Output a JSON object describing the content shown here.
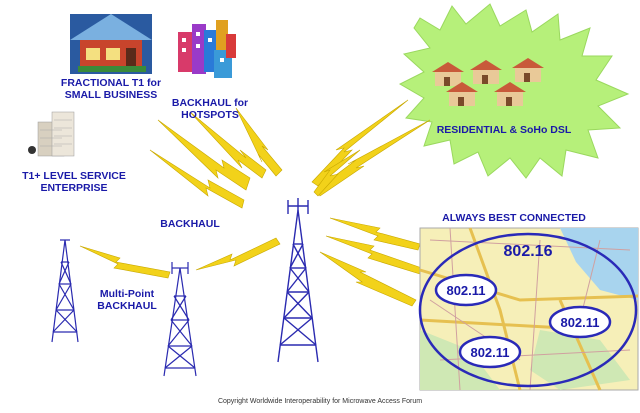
{
  "labels": {
    "fractional_t1_line1": "FRACTIONAL T1 for",
    "fractional_t1_line2": "SMALL BUSINESS",
    "backhaul_hotspots_line1": "BACKHAUL for",
    "backhaul_hotspots_line2": "HOTSPOTS",
    "residential": "RESIDENTIAL & SoHo DSL",
    "t1_enterprise_line1": "T1+ LEVEL SERVICE",
    "t1_enterprise_line2": "ENTERPRISE",
    "backhaul": "BACKHAUL",
    "always_best_connected": "ALWAYS BEST CONNECTED",
    "multipoint_line1": "Multi-Point",
    "multipoint_line2": "BACKHAUL",
    "standard_802_16": "802.16",
    "wifi_left": "802.11",
    "wifi_right": "802.11",
    "wifi_bottom": "802.11",
    "copyright": "Copyright Worldwide Interoperability for Microwave Access Forum"
  },
  "colors": {
    "label_blue": "#1a1aa8",
    "lightning_yellow": "#f2d21a",
    "burst_green": "#b6f07a",
    "ellipse_border": "#2a2ab8",
    "tower_blue": "#2a2ab0"
  }
}
